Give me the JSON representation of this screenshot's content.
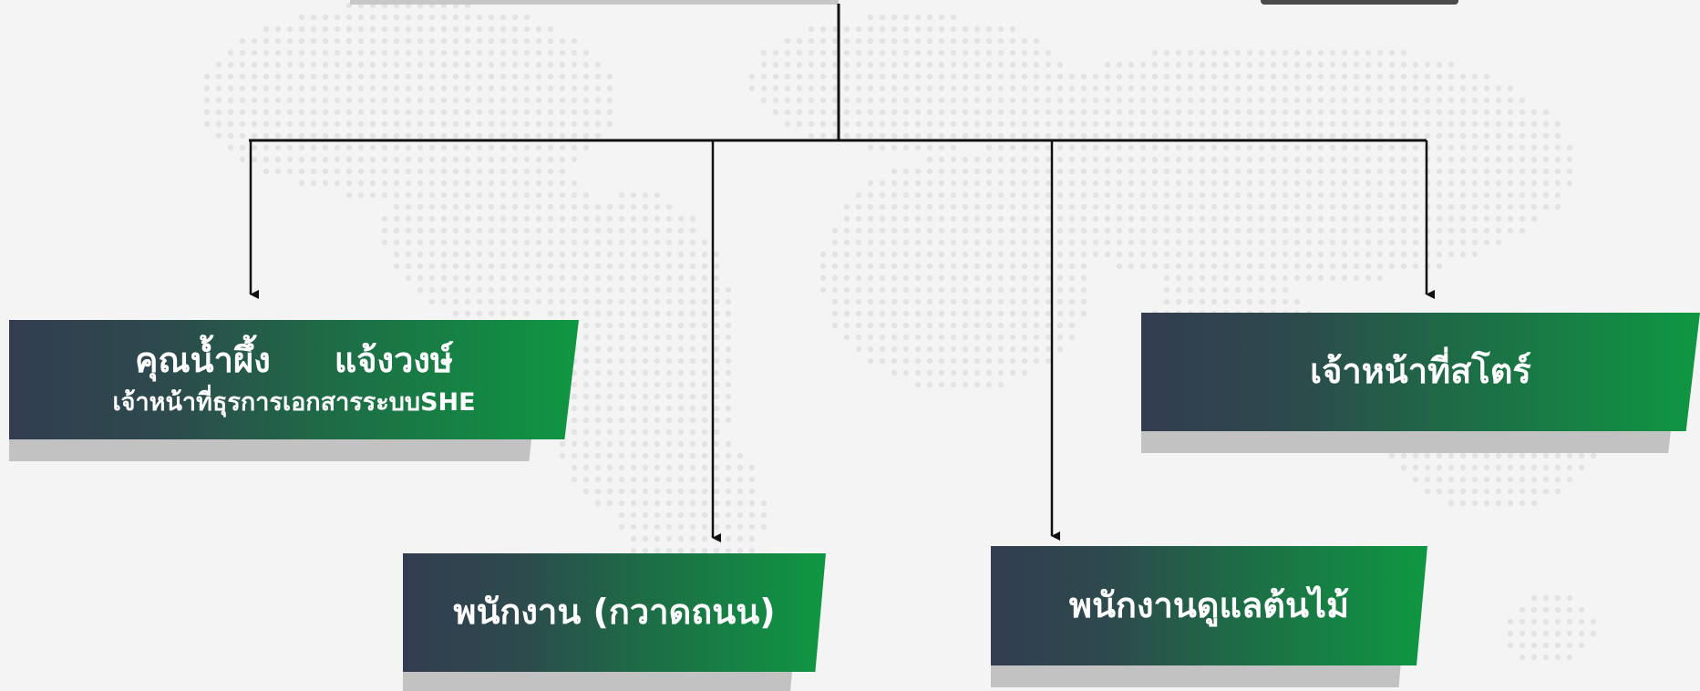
{
  "org_chart": {
    "staff": [
      {
        "first_name": "คุณน้ำผึ้ง",
        "last_name": "แจ้งวงษ์",
        "position": "เจ้าหน้าที่ธุรการเอกสารระบบSHE"
      },
      {
        "title": "เจ้าหน้าที่สโตร์"
      },
      {
        "title": "พนักงาน (กวาดถนน)"
      },
      {
        "title": "พนักงานดูแลต้นไม้"
      }
    ]
  },
  "colors": {
    "card_gradient_start": "#323d50",
    "card_gradient_end": "#0f9742",
    "connector": "#111111",
    "card_shadow": "#c2c2c2",
    "map_dots": "#e3e3e3",
    "background": "#f4f4f4"
  }
}
